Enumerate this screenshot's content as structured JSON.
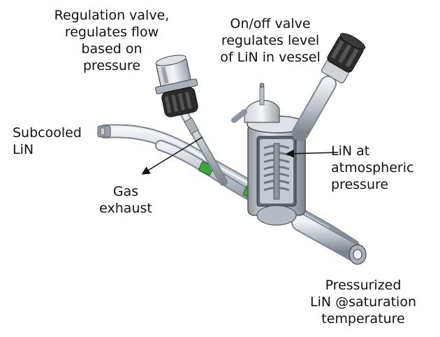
{
  "labels": {
    "regulation_valve": [
      "Regulation valve,",
      "regulates flow",
      "based on",
      "pressure"
    ],
    "onoff_valve": [
      "On/off valve",
      "regulates level",
      "of LiN in vessel"
    ],
    "subcooled": [
      "Subcooled",
      "LiN"
    ],
    "lin_atmospheric": [
      "LiN at",
      "atmospheric",
      "pressure"
    ],
    "gas_exhaust": [
      "Gas",
      "exhaust"
    ],
    "pressurized": [
      "Pressurized",
      "LiN @saturation",
      "temperature"
    ]
  },
  "colors": {
    "metal_light": "#d7dbe0",
    "metal_mid": "#aab1ba",
    "metal_dark": "#6e7680",
    "fitting_green": "#3fa23a",
    "valve_black": "#2b2b2b",
    "arrow": "#111111"
  }
}
